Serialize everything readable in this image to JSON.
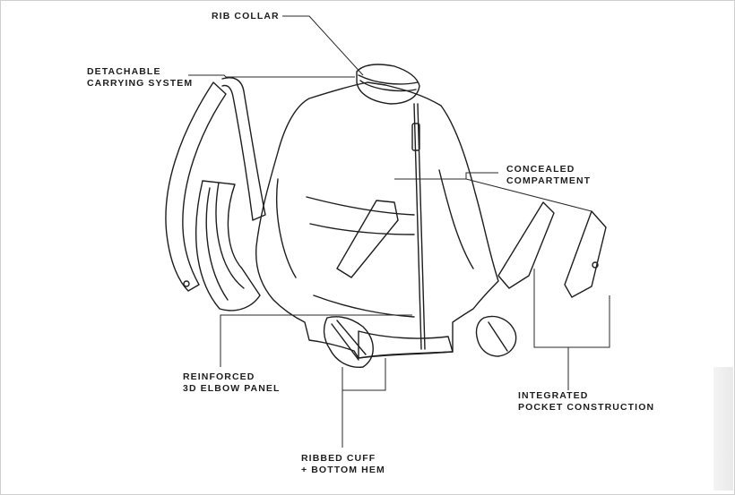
{
  "labels": {
    "rib_collar": "RIB COLLAR",
    "carrying_1": "DETACHABLE",
    "carrying_2": "CARRYING SYSTEM",
    "concealed_1": "CONCEALED",
    "concealed_2": "COMPARTMENT",
    "elbow_1": "REINFORCED",
    "elbow_2": "3D ELBOW PANEL",
    "pocket_1": "INTEGRATED",
    "pocket_2": "POCKET CONSTRUCTION",
    "cuff_1": "RIBBED CUFF",
    "cuff_2": "+ BOTTOM HEM"
  },
  "colors": {
    "stroke": "#1e1e1e",
    "fill": "#ffffff",
    "leader": "#2a2a2a"
  }
}
